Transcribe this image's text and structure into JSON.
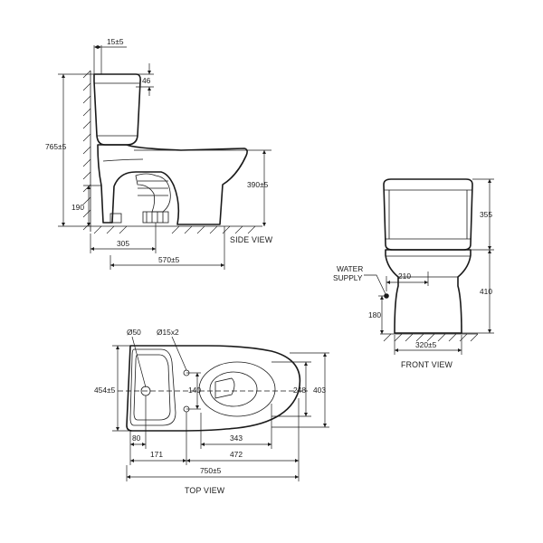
{
  "views": {
    "side": "SIDE VIEW",
    "front": "FRONT VIEW",
    "top": "TOP VIEW"
  },
  "callouts": {
    "water_supply_line1": "WATER",
    "water_supply_line2": "SUPPLY"
  },
  "dimensions": {
    "side_wall_gap": "15±5",
    "side_tank_lid": "46",
    "side_total_height": "765±5",
    "side_bowl_height": "390±5",
    "side_supply_height": "190",
    "side_outlet_distance": "305",
    "side_depth": "570±5",
    "front_tank_height": "355",
    "front_supply_offset": "210",
    "front_bowl_height": "410",
    "front_supply_height": "180",
    "front_width": "320±5",
    "top_hole_diameter": "Ø50",
    "top_mount_holes": "Ø15x2",
    "top_width": "454±5",
    "top_hole_spacing": "140",
    "top_seat_width": "248",
    "top_overall_width": "403",
    "top_tank_hole_offset": "80",
    "top_tank_depth": "171",
    "top_seat_length": "343",
    "top_bowl_length": "472",
    "top_overall_length": "750±5"
  }
}
